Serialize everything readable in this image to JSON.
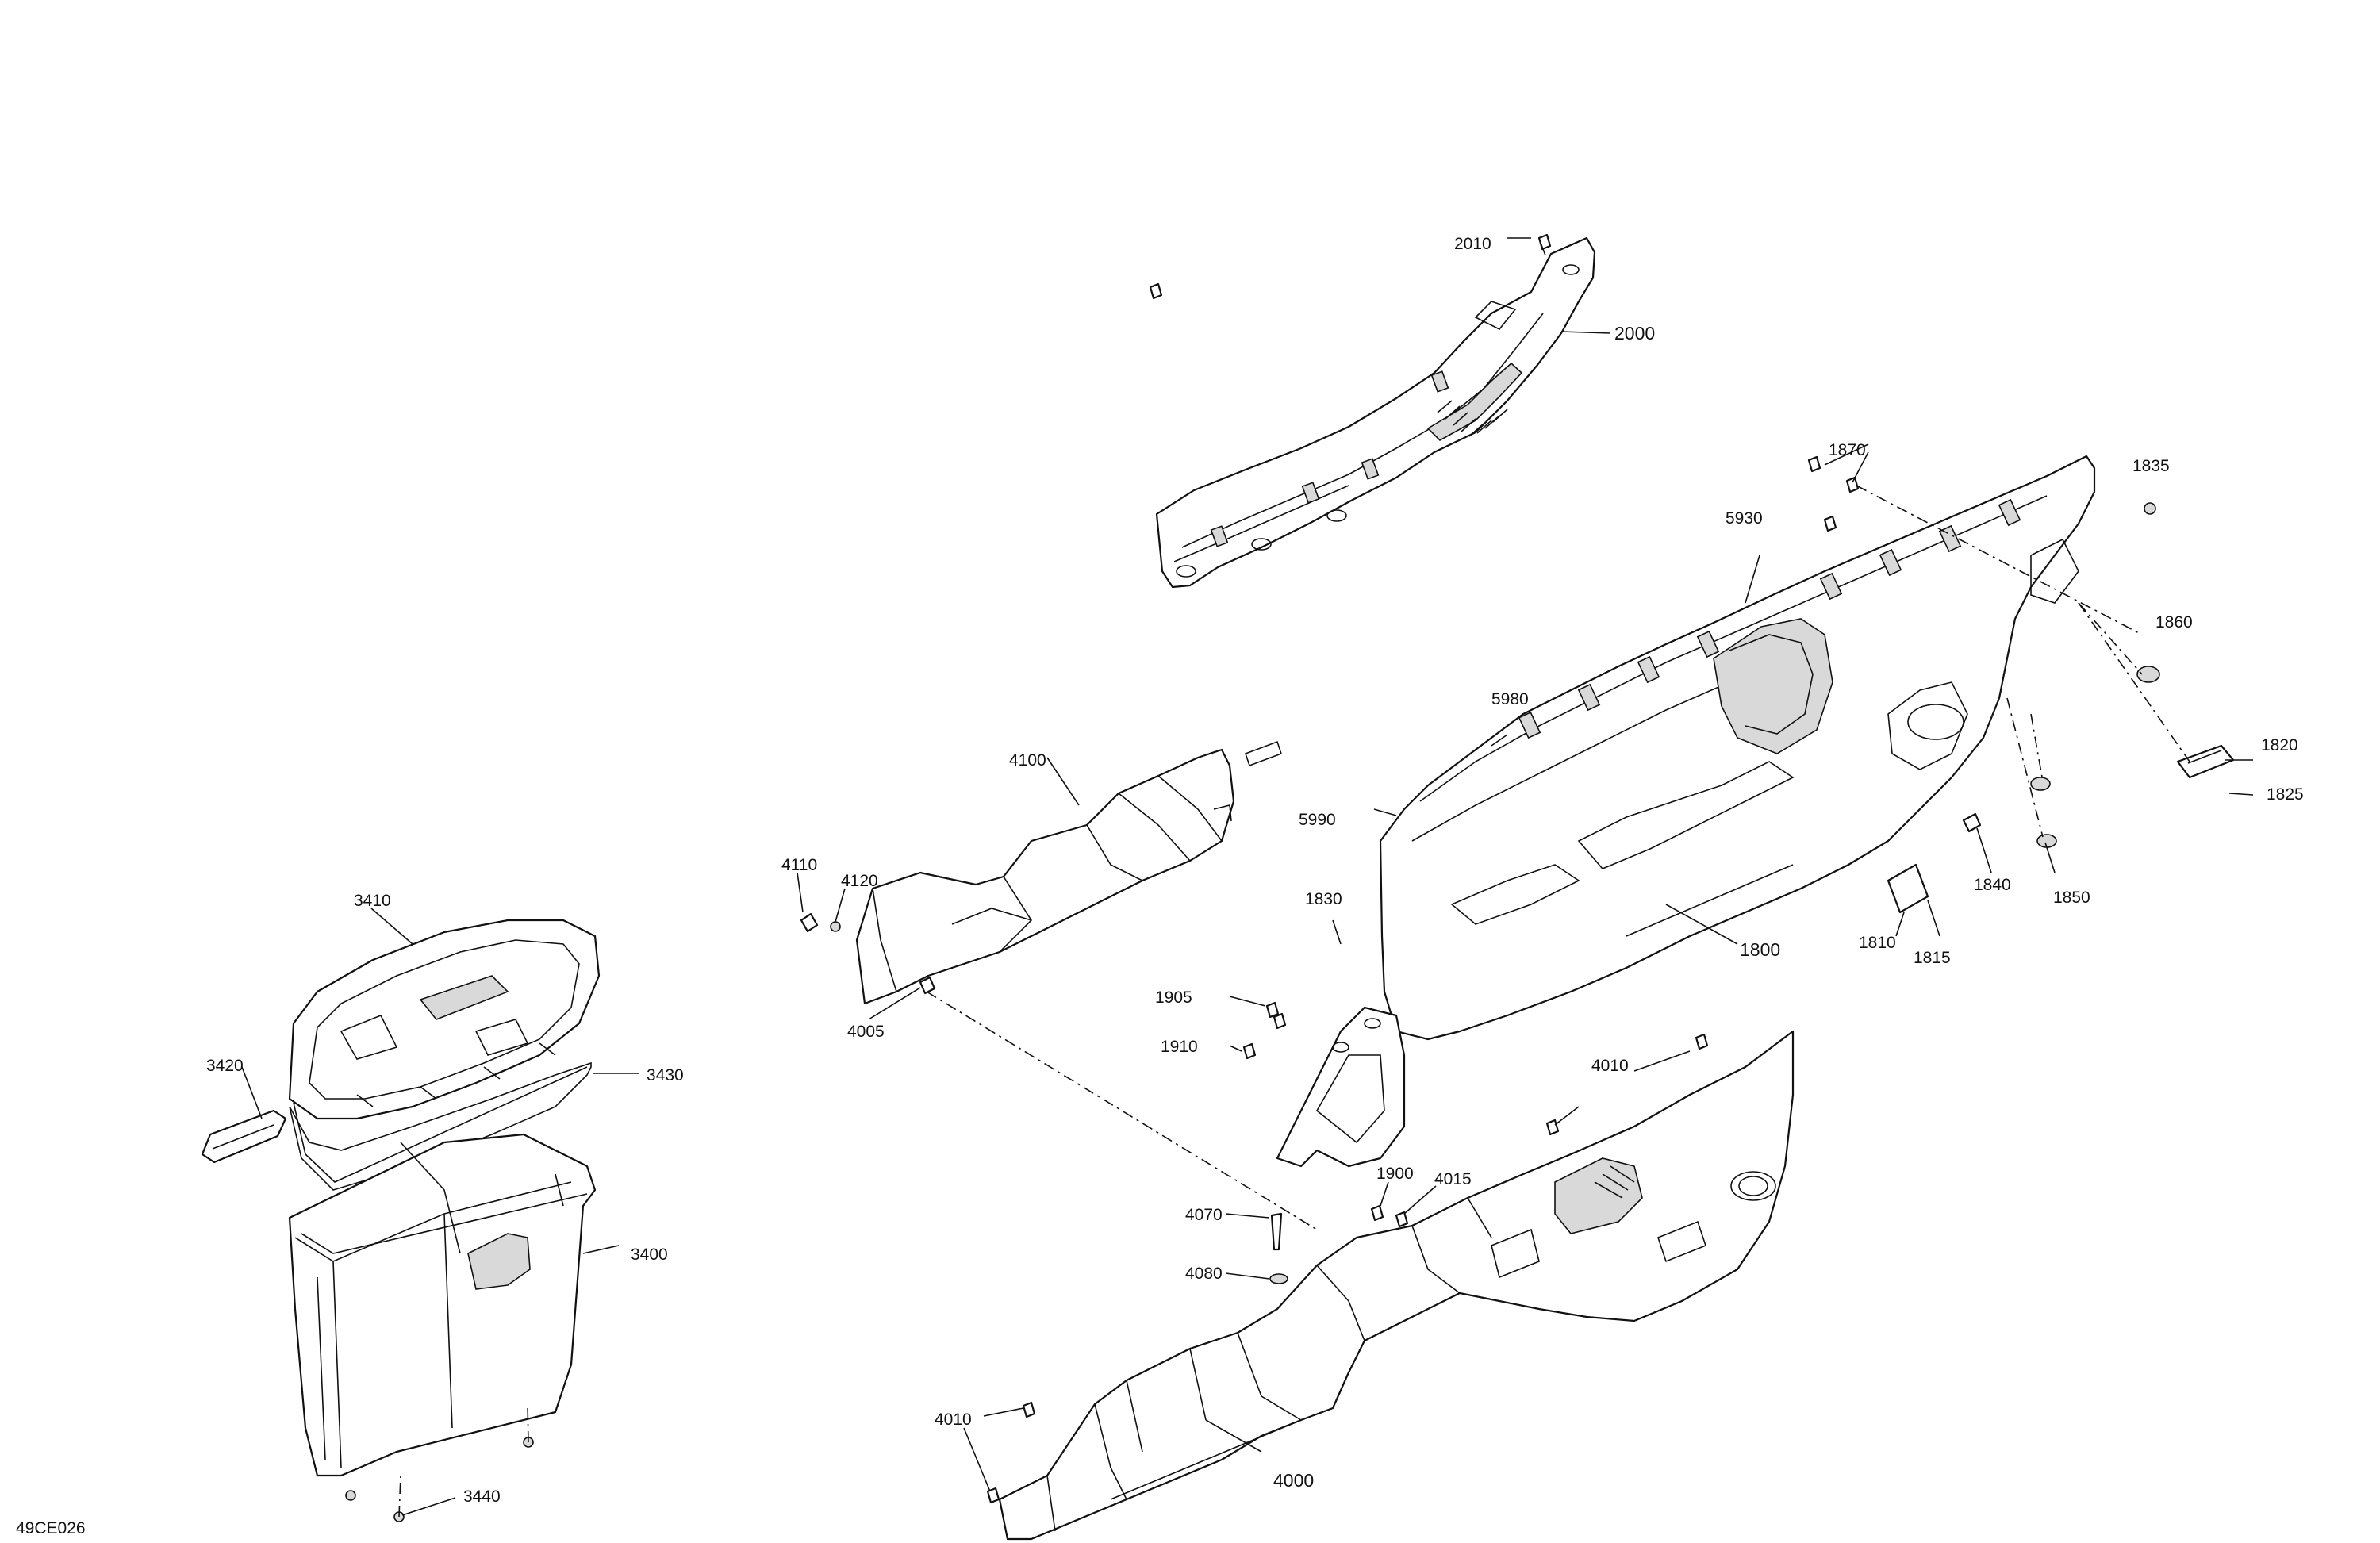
{
  "figure_id": "49CE026",
  "callouts": {
    "c2010": "2010",
    "c2000": "2000",
    "c1870": "1870",
    "c1835": "1835",
    "c5930": "5930",
    "c1860": "1860",
    "c5980": "5980",
    "c1820": "1820",
    "c1825": "1825",
    "c5990": "5990",
    "c4100": "4100",
    "c4110": "4110",
    "c4120": "4120",
    "c1830": "1830",
    "c1840": "1840",
    "c1850": "1850",
    "c1810": "1810",
    "c1815": "1815",
    "c1800": "1800",
    "c4005": "4005",
    "c3410": "3410",
    "c1905": "1905",
    "c1910": "1910",
    "c4010a": "4010",
    "c3420": "3420",
    "c3430": "3430",
    "c1900": "1900",
    "c4015": "4015",
    "c4070": "4070",
    "c4080": "4080",
    "c3400": "3400",
    "c4010b": "4010",
    "c4000": "4000",
    "c3440": "3440"
  }
}
